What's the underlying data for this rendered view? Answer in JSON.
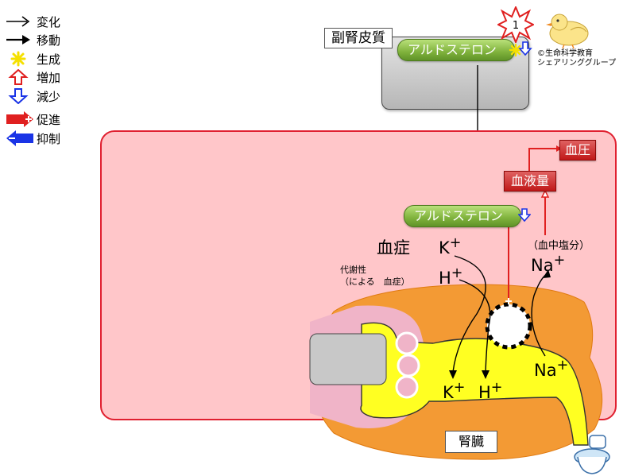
{
  "legend": {
    "items": [
      {
        "label": "変化",
        "icon": "thin-arrow-icon"
      },
      {
        "label": "移動",
        "icon": "bold-arrow-icon"
      },
      {
        "label": "生成",
        "icon": "star-icon"
      },
      {
        "label": "増加",
        "icon": "up-arrow-icon"
      },
      {
        "label": "減少",
        "icon": "down-arrow-icon"
      },
      {
        "label": "促進",
        "icon": "promote-arrow-icon"
      },
      {
        "label": "抑制",
        "icon": "inhibit-arrow-icon"
      }
    ]
  },
  "adrenal": {
    "label": "副腎皮質",
    "hormone": "アルドステロン"
  },
  "burst_number": "1",
  "credit": {
    "line1": "©生命科学教育",
    "line2": "シェアリンググループ"
  },
  "body": {
    "hormone": "アルドステロン",
    "blood_pressure": "血圧",
    "blood_volume": "血液量",
    "blood_salt": "（血中塩分）",
    "na_upper": "Na",
    "na_lower": "Na",
    "plus": "+",
    "blood_label": "血症",
    "k_upper": "K",
    "h_upper": "H",
    "metabolic_line1": "代謝性",
    "metabolic_line2": "（による　血症）",
    "k_lower": "K",
    "h_lower": "H",
    "kidney": "腎臓"
  },
  "colors": {
    "pink_bg": "#ffc6c9",
    "pink_border": "#e02030",
    "kidney": "#f39a34",
    "tubule": "#ffff22",
    "red": "#e02020",
    "blue": "#1a34e6",
    "star": "#f5e000"
  }
}
